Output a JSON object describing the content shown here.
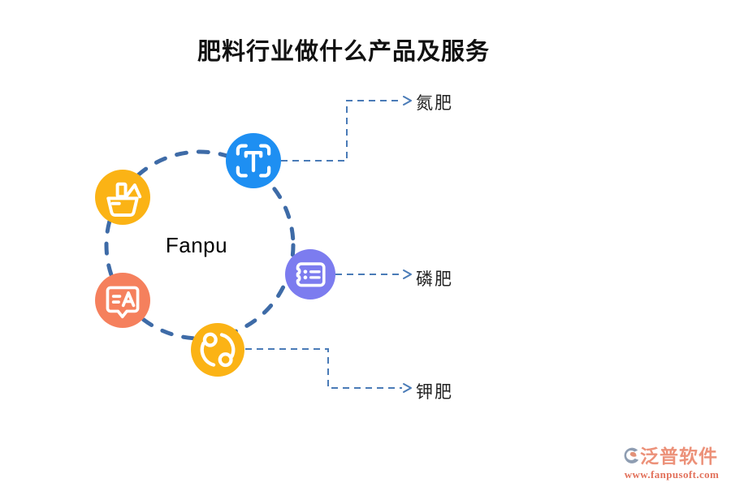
{
  "title": "肥料行业做什么产品及服务",
  "diagram": {
    "center_label": "Fanpu",
    "circle_color": "#3E6BA7",
    "connector_color": "#4A7BB7",
    "nodes": [
      {
        "id": "text-scan",
        "icon": "text-scan-icon",
        "color": "#1E8FF2",
        "position": "top"
      },
      {
        "id": "basket",
        "icon": "shopping-basket-icon",
        "color": "#FBB315",
        "position": "upper-left"
      },
      {
        "id": "chat",
        "icon": "translate-bubble-icon",
        "color": "#F5805D",
        "position": "lower-left"
      },
      {
        "id": "sync",
        "icon": "sync-arrows-icon",
        "color": "#FBB315",
        "position": "bottom"
      },
      {
        "id": "ticket",
        "icon": "ticket-list-icon",
        "color": "#7C7CEF",
        "position": "right"
      }
    ],
    "branches": [
      {
        "label": "氮肥",
        "from": "text-scan"
      },
      {
        "label": "磷肥",
        "from": "ticket"
      },
      {
        "label": "钾肥",
        "from": "sync"
      }
    ]
  },
  "watermark": {
    "brand": "泛普软件",
    "url": "www.fanpusoft.com",
    "brand_color": "#EC9179",
    "url_color": "#E2715B"
  }
}
